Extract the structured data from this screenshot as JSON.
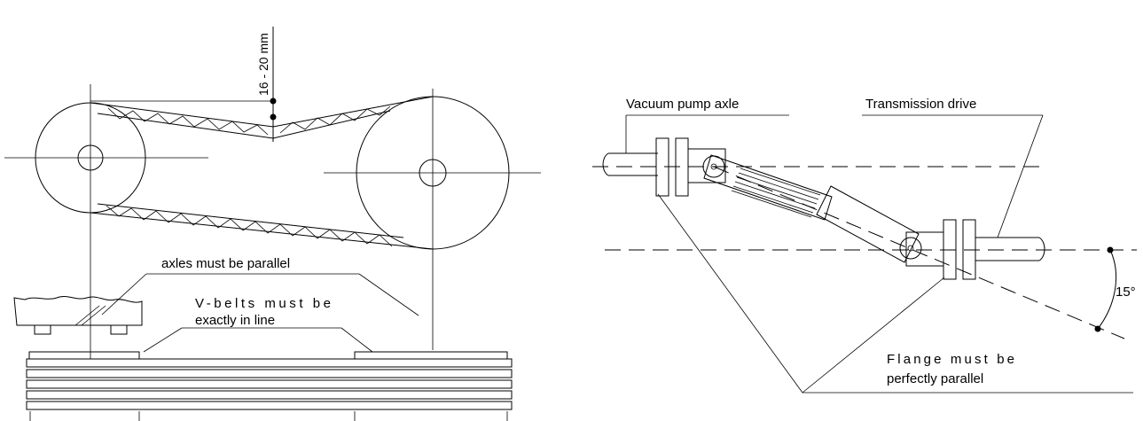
{
  "labels": {
    "belt_deflection": "16 - 20 mm",
    "axles_parallel": "axles must be parallel",
    "vbelts_line1": "V-belts must be",
    "vbelts_line2": "exactly in line",
    "vacuum_pump_axle": "Vacuum pump axle",
    "transmission_drive": "Transmission drive",
    "angle": "15°",
    "flange_line1": "Flange must be",
    "flange_line2": "perfectly parallel"
  },
  "colors": {
    "line": "#000000",
    "base_plate_fill": "#d8d8d8",
    "background": "#ffffff"
  }
}
